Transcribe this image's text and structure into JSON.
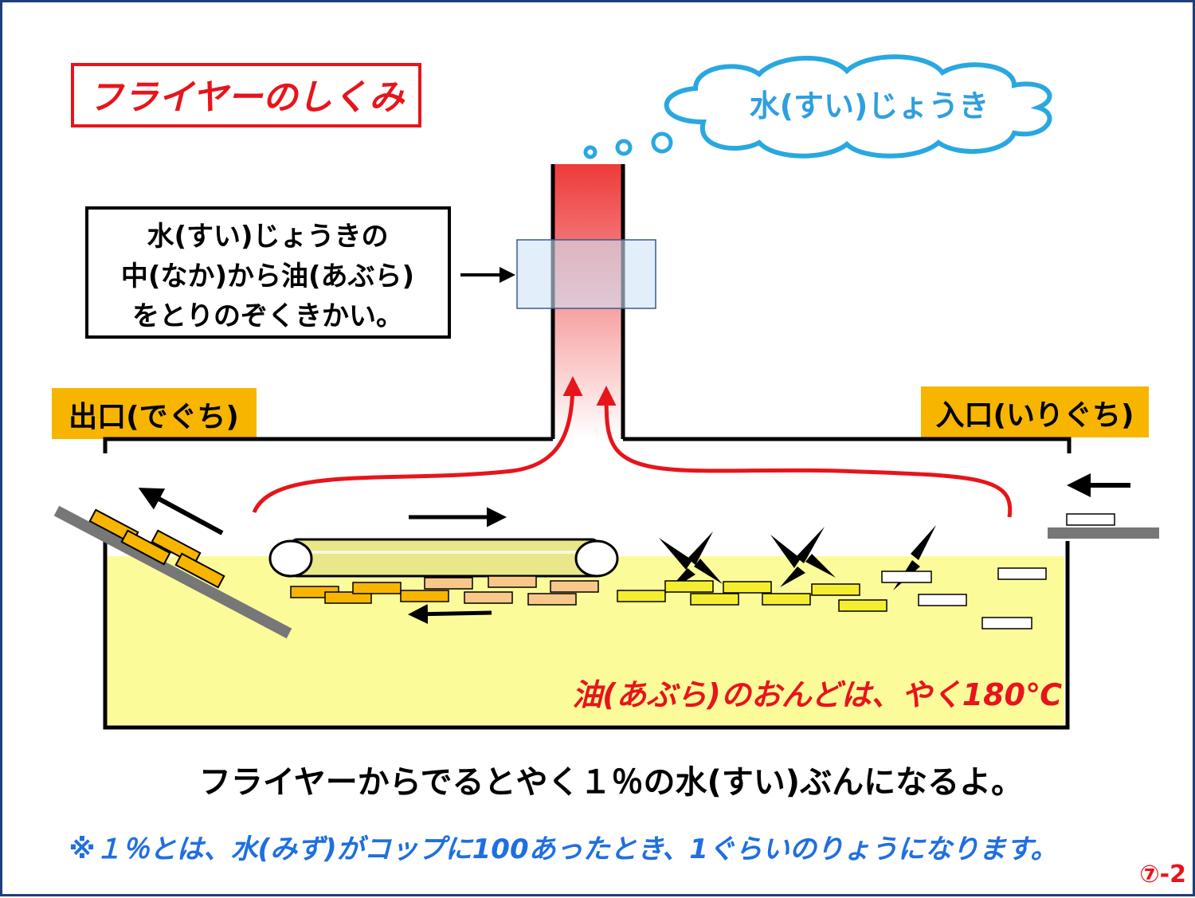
{
  "title": "フライヤーのしくみ",
  "steam_cloud_label": "水(すい)じょうき",
  "separator_note": {
    "lines": [
      "水(すい)じょうきの",
      "中(なか)から油(あぶら)",
      "をとりのぞくきかい。"
    ]
  },
  "exit_label": "出口(でぐち)",
  "entrance_label": "入口(いりぐち)",
  "oil_temperature": "油(あぶら)のおんどは、やく180℃",
  "moisture_statement": "フライヤーからでるとやく１％の水(すい)ぶんになるよ。",
  "footnote": "※１％とは、水(みず)がコップに100あったとき、1ぐらいのりょうになります。",
  "page_number": "⑦-2",
  "colors": {
    "title_red": "#e8141b",
    "oil_yellow": "#fbfb9a",
    "label_orange": "#f7b500",
    "cloud_blue": "#29a8e0",
    "cloud_text": "#2e9fe0",
    "footnote_blue": "#1f6fe0",
    "chimney_red": "#ee3a3a"
  }
}
